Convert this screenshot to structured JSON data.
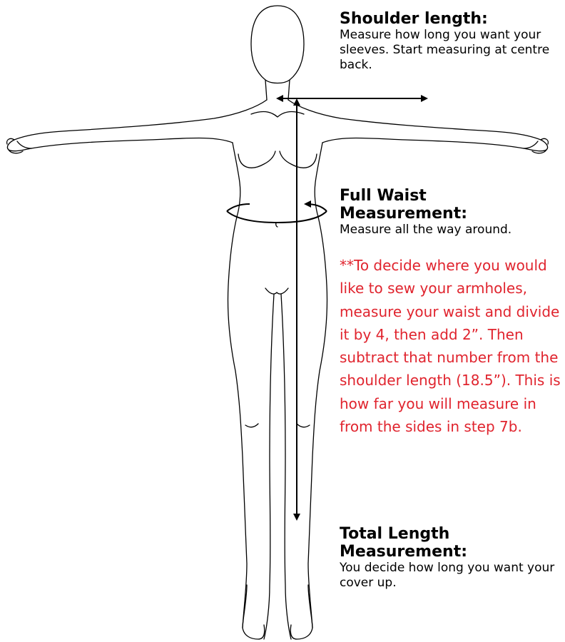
{
  "colors": {
    "outline": "#000000",
    "note_text": "#e0242e",
    "background": "#ffffff"
  },
  "shoulder": {
    "heading": "Shoulder length:",
    "text": "Measure how long you want your sleeves. Start measuring at centre back."
  },
  "waist": {
    "heading_line1": "Full Waist",
    "heading_line2": "Measurement:",
    "text": "Measure all the way around."
  },
  "note": {
    "text": "**To decide where you would like to sew your armholes, measure your waist and divide it by 4, then add 2”. Then subtract that number from the shoulder length (18.5”). This is how far you will measure in from the sides in step 7b."
  },
  "total_length": {
    "heading_line1": "Total Length",
    "heading_line2": "Measurement:",
    "text": "You decide how long you want your cover up."
  }
}
